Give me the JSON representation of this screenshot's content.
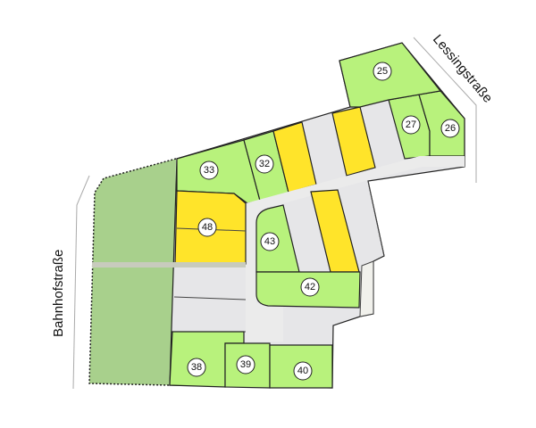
{
  "colors": {
    "available": "#b8f27c",
    "reserved": "#ffe42a",
    "sold": "#e6e6e8",
    "green_space": "#a8d08c",
    "road": "#ebebeb",
    "path": "#c8cbbd"
  },
  "streets": {
    "west": "Bahnhofstraße",
    "northeast": "Lessingstraße"
  },
  "lots": [
    {
      "number": "25"
    },
    {
      "number": "27"
    },
    {
      "number": "26"
    },
    {
      "number": "33"
    },
    {
      "number": "32"
    },
    {
      "number": "48"
    },
    {
      "number": "43"
    },
    {
      "number": "42"
    },
    {
      "number": "38"
    },
    {
      "number": "39"
    },
    {
      "number": "40"
    }
  ]
}
